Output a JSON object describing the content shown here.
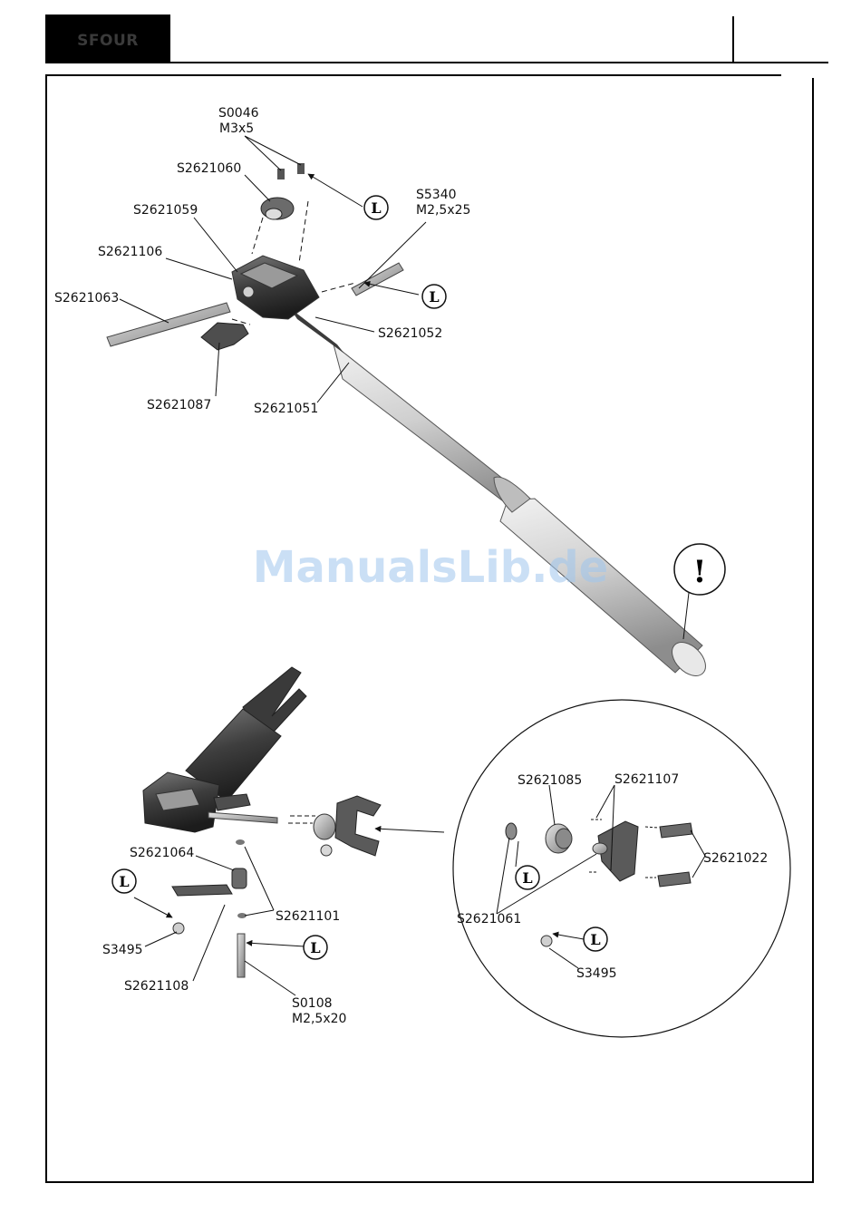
{
  "header": {
    "logo": "SFOUR"
  },
  "watermark": "ManualsLib.de",
  "labels": {
    "s0046": "S0046",
    "m3x5": "M3x5",
    "s2621060": "S2621060",
    "s2621059": "S2621059",
    "s2621106": "S2621106",
    "s2621063": "S2621063",
    "s2621087": "S2621087",
    "s2621051": "S2621051",
    "s2621052": "S2621052",
    "s5340": "S5340",
    "m25x25": "M2,5x25",
    "s2621064": "S2621064",
    "s3495_a": "S3495",
    "s2621108": "S2621108",
    "s2621101": "S2621101",
    "s0108": "S0108",
    "m25x20": "M2,5x20",
    "s2621085": "S2621085",
    "s2621107": "S2621107",
    "s2621022": "S2621022",
    "s2621061": "S2621061",
    "s3495_b": "S3495"
  },
  "symbols": {
    "loctite": "L",
    "attention": "!"
  },
  "icons": {
    "loctite_marker": "circle-letter-icon",
    "attention_marker": "exclamation-icon"
  }
}
